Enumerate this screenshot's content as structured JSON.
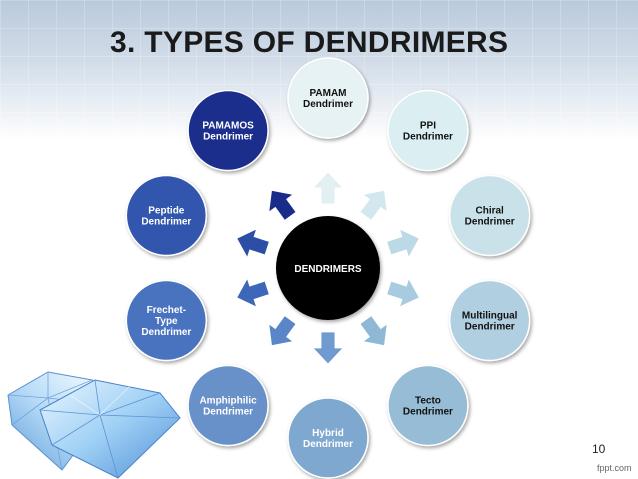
{
  "slide": {
    "title": "3. TYPES OF DENDRIMERS",
    "page_number": "10",
    "footer_brand": "fppt.com"
  },
  "diagram": {
    "center": {
      "label": "DENDRIMERS",
      "color": "#000000"
    },
    "nodes": [
      {
        "id": "pamam",
        "lines": [
          "PAMAM",
          "Dendrimer"
        ],
        "fill": "#e6f2f4",
        "text_color": "#111111"
      },
      {
        "id": "ppi",
        "lines": [
          "PPI",
          "Dendrimer"
        ],
        "fill": "#dbeef2",
        "text_color": "#111111"
      },
      {
        "id": "chiral",
        "lines": [
          "Chiral",
          "Dendrimer"
        ],
        "fill": "#c9e2ea",
        "text_color": "#111111"
      },
      {
        "id": "multilingual",
        "lines": [
          "Multilingual",
          "Dendrimer"
        ],
        "fill": "#b0cfe0",
        "text_color": "#111111"
      },
      {
        "id": "tecto",
        "lines": [
          "Tecto",
          "Dendrimer"
        ],
        "fill": "#97bcd6",
        "text_color": "#111111"
      },
      {
        "id": "hybrid",
        "lines": [
          "Hybrid",
          "Dendrimer"
        ],
        "fill": "#7fa8d0",
        "text_color": "#ffffff"
      },
      {
        "id": "amphiphilic",
        "lines": [
          "Amphiphilic",
          "Dendrimer"
        ],
        "fill": "#6790c9",
        "text_color": "#ffffff"
      },
      {
        "id": "frechet",
        "lines": [
          "Frechet-",
          "Type",
          "Dendrimer"
        ],
        "fill": "#4a73bf",
        "text_color": "#ffffff"
      },
      {
        "id": "peptide",
        "lines": [
          "Peptide",
          "Dendrimer"
        ],
        "fill": "#3355ad",
        "text_color": "#ffffff"
      },
      {
        "id": "pamamos",
        "lines": [
          "PAMAMOS",
          "Dendrimer"
        ],
        "fill": "#1e2f8c",
        "text_color": "#ffffff"
      }
    ],
    "arrow_colors": [
      "#e3f0f3",
      "#d2e8ee",
      "#bcd9e6",
      "#a8cbe0",
      "#8fb8d6",
      "#6f9bd0",
      "#5a86c8",
      "#3f67b9",
      "#2c4ea6",
      "#1a2c8a"
    ]
  }
}
